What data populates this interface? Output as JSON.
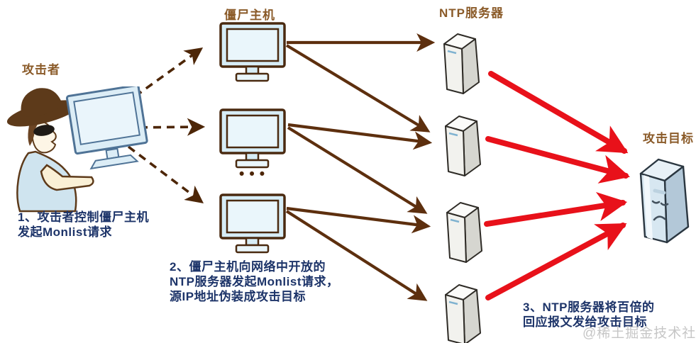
{
  "labels": {
    "attacker": "攻击者",
    "zombie": "僵尸主机",
    "ntp": "NTP服务器",
    "target": "攻击目标"
  },
  "steps": {
    "s1": "1、攻击者控制僵尸主机\n发起Monlist请求",
    "s2": "2、僵尸主机向网络中开放的\nNTP服务器发起Monlist请求，\n源IP地址伪装成攻击目标",
    "s3": "3、NTP服务器将百倍的\n回应报文发给攻击目标"
  },
  "ellipsis": "•••",
  "watermark": "@稀土掘金技术社区",
  "colors": {
    "label_brown": "#8a5a28",
    "step_navy": "#1d3469",
    "arrow_brown_solid": "#5d2f0e",
    "arrow_brown_dashed": "#4d2607",
    "arrow_red": "#e8111a",
    "monitor_outline": "#4a2a10",
    "monitor_fill": "#d7edf6",
    "server_body": "#f2f2ee",
    "target_body": "#d7e7f1",
    "watermark_gray": "#c6c6c6"
  }
}
